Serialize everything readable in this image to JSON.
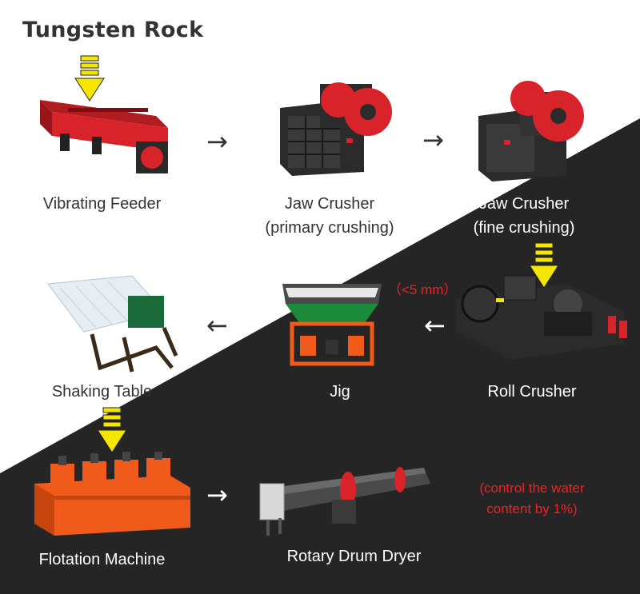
{
  "title": "Tungsten Rock",
  "arrow_glyphs": {
    "right": "→",
    "left": "←"
  },
  "steps": {
    "vibrating_feeder": {
      "label": "Vibrating Feeder"
    },
    "jaw_crusher_primary": {
      "label": "Jaw Crusher",
      "sublabel": "(primary crushing)"
    },
    "jaw_crusher_fine": {
      "label": "Jaw Crusher",
      "sublabel": "(fine crushing)"
    },
    "roll_crusher": {
      "label": "Roll Crusher"
    },
    "jig": {
      "label": "Jig"
    },
    "shaking_table": {
      "label": "Shaking Table"
    },
    "flotation_machine": {
      "label": "Flotation Machine"
    },
    "rotary_drum_dryer": {
      "label": "Rotary Drum Dryer"
    }
  },
  "notes": {
    "jig_size": "（<5 mm）",
    "dryer_water_line1": "(control the water",
    "dryer_water_line2": "content by 1%)"
  },
  "colors": {
    "machine_red": "#d8232a",
    "machine_orange": "#f05a1a",
    "feed_arrow_yellow": "#f5e600",
    "dark_background": "#252525",
    "note_red": "#ee2222"
  },
  "icons": [
    "yellow-down-feed-arrow",
    "right-flow-arrow",
    "left-flow-arrow"
  ]
}
